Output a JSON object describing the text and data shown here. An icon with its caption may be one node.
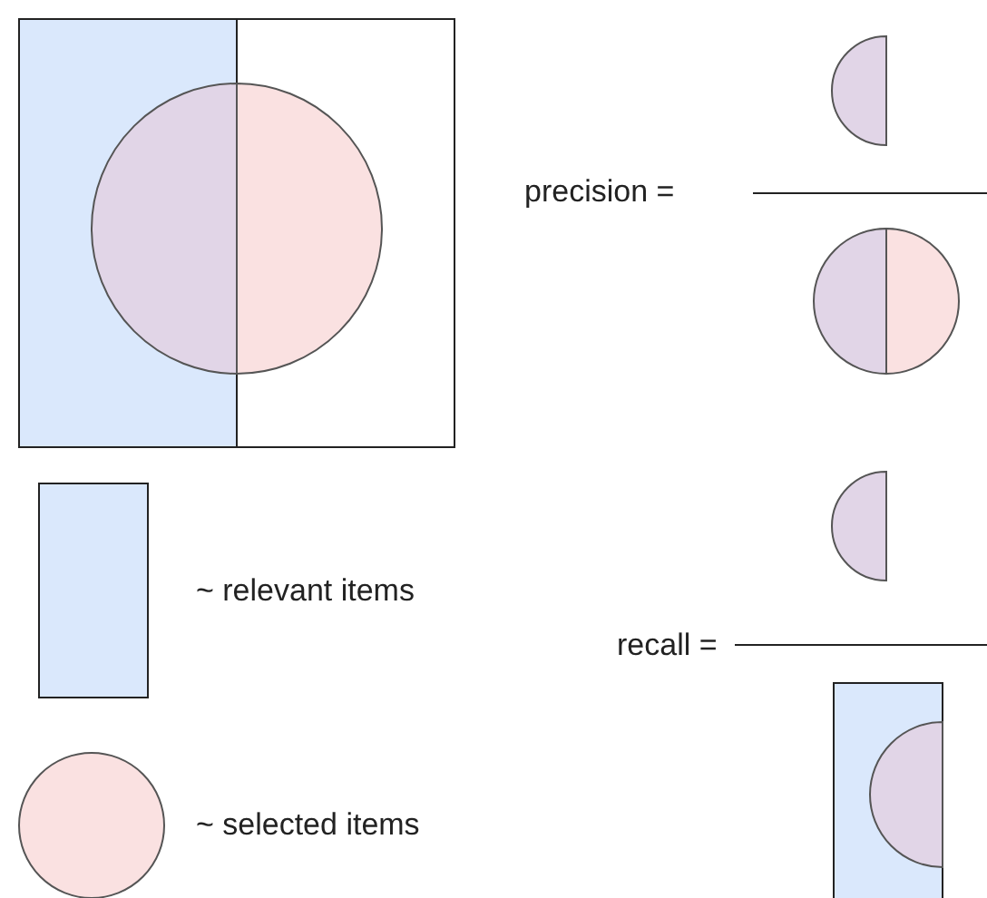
{
  "diagram": {
    "labels": [
      "precision =",
      "recall ="
    ],
    "legend": [
      {
        "text": "~ relevant items"
      },
      {
        "text": "~ selected items"
      }
    ]
  }
}
